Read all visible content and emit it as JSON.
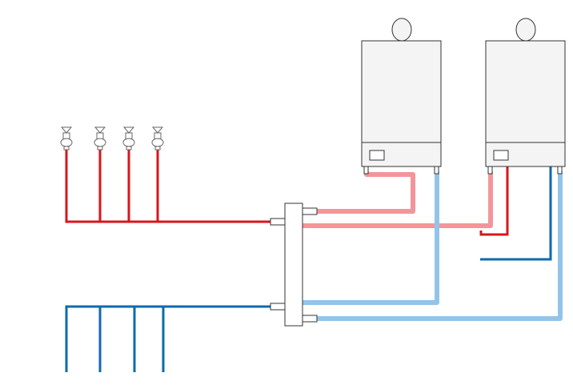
{
  "diagram": {
    "type": "heating-hydraulic-schematic",
    "colors": {
      "supply_hot": "#d9151b",
      "supply_hot_light": "#f3959a",
      "return_cold": "#0e6aad",
      "return_cold_light": "#93c4e8",
      "outline": "#333333",
      "boiler_fill": "#f4f4f4"
    },
    "components": {
      "boilers": [
        {
          "name": "boiler-1",
          "flue_icon": "flue-cap-icon",
          "panel_icon": "control-panel-icon"
        },
        {
          "name": "boiler-2",
          "flue_icon": "flue-cap-icon",
          "panel_icon": "control-panel-icon"
        }
      ],
      "hydraulic_separator": {
        "name": "hydraulic-separator"
      },
      "radiator_valves": [
        {
          "name": "valve-1",
          "icon": "thermostatic-valve-icon"
        },
        {
          "name": "valve-2",
          "icon": "thermostatic-valve-icon"
        },
        {
          "name": "valve-3",
          "icon": "thermostatic-valve-icon"
        },
        {
          "name": "valve-4",
          "icon": "thermostatic-valve-icon"
        }
      ],
      "pipe_groups": [
        "hot-supply-circuit",
        "cold-return-circuit",
        "boiler-flow-lines",
        "boiler-return-lines"
      ]
    }
  }
}
